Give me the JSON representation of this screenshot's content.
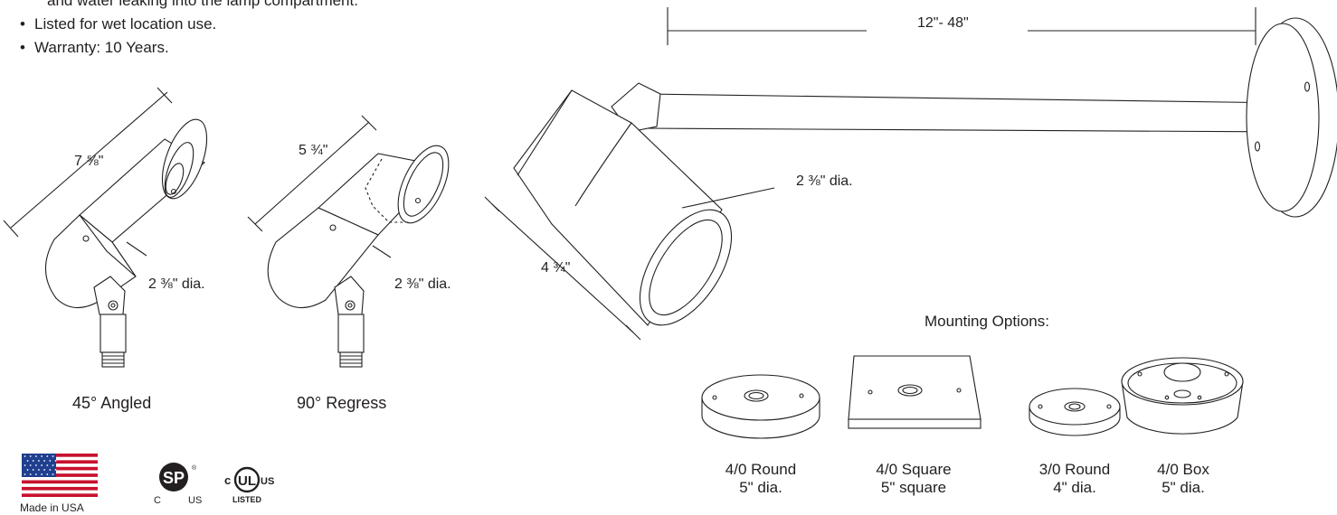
{
  "bullets": [
    {
      "text": "and water leaking into the lamp compartment.",
      "continuation": true
    },
    {
      "text": "Listed for wet location use.",
      "continuation": false
    },
    {
      "text": "Warranty: 10 Years.",
      "continuation": false
    }
  ],
  "dimensions": {
    "angled_length": "7 ⅝\"",
    "angled_dia": "2 ⅜\" dia.",
    "regress_length": "5 ¾\"",
    "regress_dia": "2 ⅜\" dia.",
    "arm_length": "12\"- 48\"",
    "arm_head_dia": "2 ⅜\" dia.",
    "arm_head_length": "4 ¾\""
  },
  "captions": {
    "angled": "45° Angled",
    "regress": "90° Regress"
  },
  "mounting": {
    "title": "Mounting Options:",
    "options": [
      {
        "name": "4/0 Round",
        "size": "5\" dia."
      },
      {
        "name": "4/0 Square",
        "size": "5\" square"
      },
      {
        "name": "3/0 Round",
        "size": "4\" dia."
      },
      {
        "name": "4/0 Box",
        "size": "5\" dia."
      }
    ]
  },
  "badges": {
    "made_in_usa": "Made in USA",
    "csa_mark": "SP",
    "csa_c": "C",
    "csa_us": "US",
    "ul_mark": "UL",
    "ul_c": "c",
    "ul_us": "US",
    "ul_listed": "LISTED"
  },
  "colors": {
    "line": "#231f20",
    "flag_red": "#c8102e",
    "flag_blue": "#1f3f8f"
  }
}
